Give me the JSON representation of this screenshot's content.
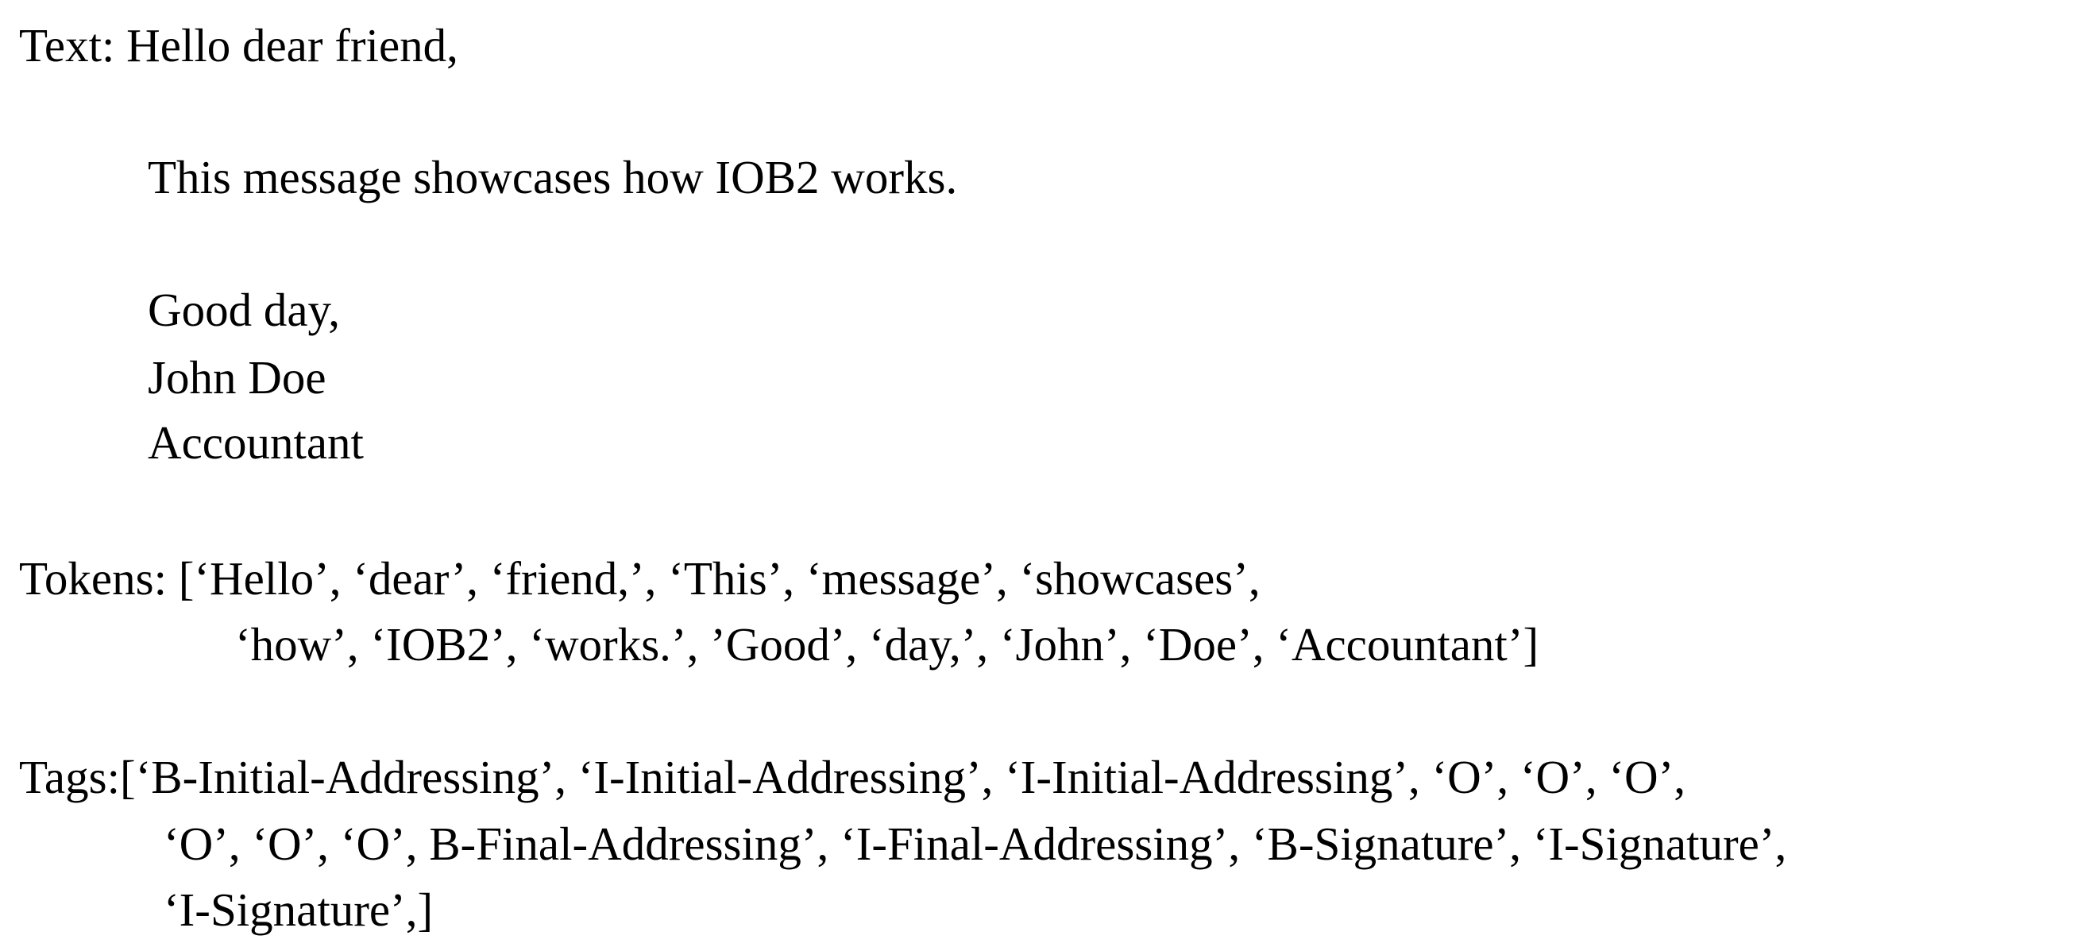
{
  "text_section": {
    "label": "Text:",
    "greeting": "Hello dear friend,",
    "body": "This message showcases how IOB2 works.",
    "closing": "Good day,",
    "name": "John Doe",
    "role": "Accountant"
  },
  "tokens_section": {
    "label": "Tokens:",
    "line1": "[‘Hello’, ‘dear’, ‘friend,’, ‘This’, ‘message’, ‘showcases’,",
    "line2": "‘how’, ‘IOB2’, ‘works.’, ’Good’, ‘day,’, ‘John’, ‘Doe’, ‘Accountant’]"
  },
  "tags_section": {
    "label": "Tags:",
    "line1": "[‘B-Initial-Addressing’, ‘I-Initial-Addressing’, ‘I-Initial-Addressing’, ‘O’, ‘O’, ‘O’,",
    "line2": "‘O’, ‘O’, ‘O’, B-Final-Addressing’, ‘I-Final-Addressing’, ‘B-Signature’, ‘I-Signature’,",
    "line3": "‘I-Signature’,]"
  }
}
